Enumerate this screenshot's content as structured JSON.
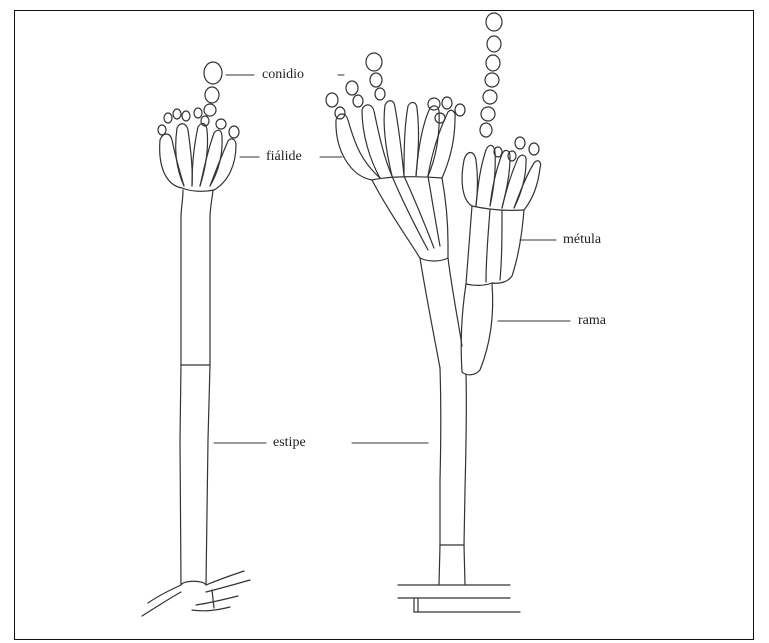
{
  "diagram": {
    "labels": {
      "conidio": "conidio",
      "fialide": "fiálide",
      "metula": "métula",
      "rama": "rama",
      "estipe": "estipe"
    },
    "line_color": "#333333"
  }
}
